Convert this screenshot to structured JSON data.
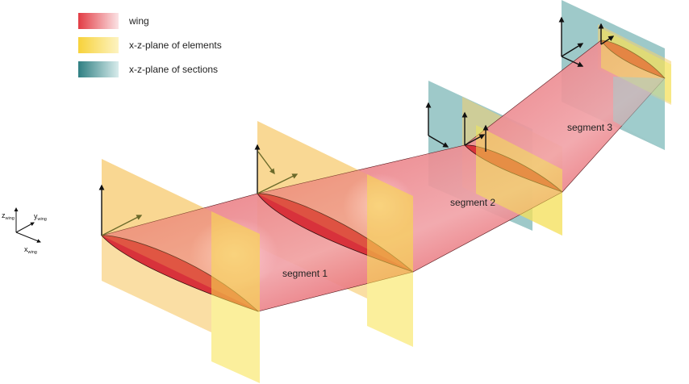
{
  "legend": {
    "items": [
      {
        "label": "wing",
        "color": "#e0424a"
      },
      {
        "label": "x-z-plane of elements",
        "color": "#f7d04a"
      },
      {
        "label": "x-z-plane of sections",
        "color": "#3f8f8f"
      }
    ]
  },
  "segments": [
    {
      "label": "segment 1"
    },
    {
      "label": "segment 2"
    },
    {
      "label": "segment 3"
    }
  ],
  "axes": {
    "z": {
      "main": "z",
      "sub": "wing"
    },
    "y": {
      "main": "y",
      "sub": "wing"
    },
    "x": {
      "main": "x",
      "sub": "wing"
    }
  },
  "colors": {
    "wing": "#e0424a",
    "element_plane": "#f7d04a",
    "section_plane": "#3f8f8f"
  }
}
